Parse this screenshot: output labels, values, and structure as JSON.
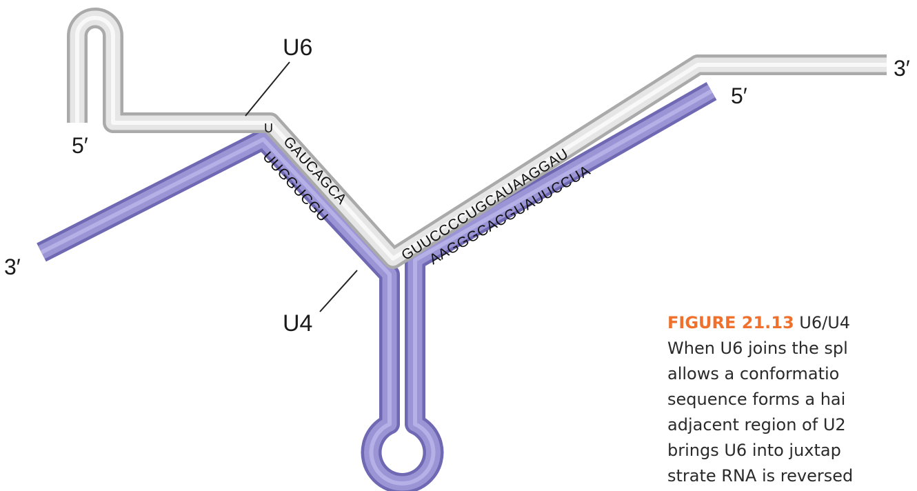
{
  "diagram": {
    "u6_strand": {
      "name": "U6",
      "end_5": "5′",
      "end_3": "3′",
      "seq_left_u": "U",
      "seq_left": "GAUCAGCA",
      "seq_right": "GUUCCCCUGCAUAAGGAU"
    },
    "u4_strand": {
      "name": "U4",
      "end_5": "5′",
      "end_3": "3′",
      "seq_left": "UUGGUCGU",
      "seq_right": "AAGGGCACGUAUUCCUA"
    },
    "colors": {
      "u6_fill": "#e6e6e6",
      "u6_edge": "#aaaaaa",
      "u4_fill": "#9b95d6",
      "u4_edge": "#6f68b3",
      "caption_label": "#f0702d"
    }
  },
  "caption": {
    "figure_label": "FIGURE 21.13",
    "title": " U6/U4",
    "lines": [
      "When U6 joins the spl",
      "allows a conformatio",
      "sequence forms a hai",
      "adjacent region of U2",
      "brings U6 into juxtap",
      "strate RNA is reversed"
    ]
  }
}
